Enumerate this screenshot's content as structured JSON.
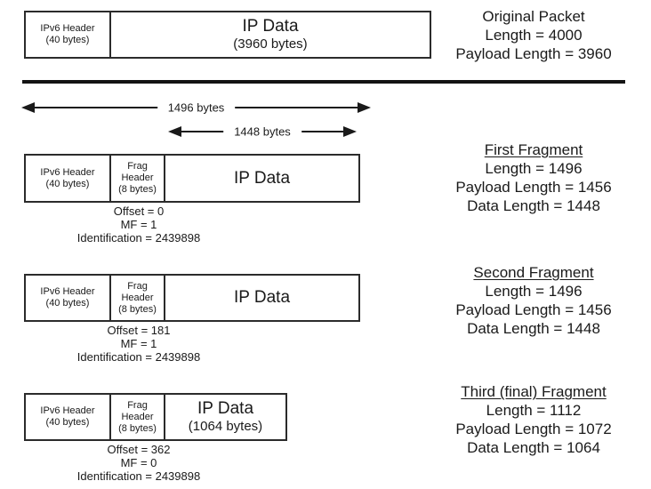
{
  "colors": {
    "ink": "#1a1a1a",
    "border": "#2b2b2b",
    "background": "#ffffff"
  },
  "original_packet": {
    "header": {
      "line1": "IPv6 Header",
      "line2": "(40 bytes)"
    },
    "data": {
      "line1": "IP Data",
      "line2": "(3960 bytes)"
    },
    "info": {
      "title": "Original Packet",
      "line1": "Length = 4000",
      "line2": "Payload Length = 3960"
    }
  },
  "arrows": {
    "outer_label": "1496 bytes",
    "inner_label": "1448 bytes"
  },
  "fragments": [
    {
      "header": {
        "line1": "IPv6 Header",
        "line2": "(40 bytes)"
      },
      "frag": {
        "line1": "Frag",
        "line2": "Header",
        "line3": "(8 bytes)"
      },
      "data": {
        "line1": "IP Data"
      },
      "meta": {
        "offset": "Offset = 0",
        "mf": "MF = 1",
        "id": "Identification = 2439898"
      },
      "info": {
        "title": "First Fragment",
        "line1": "Length = 1496",
        "line2": "Payload Length = 1456",
        "line3": "Data Length = 1448"
      }
    },
    {
      "header": {
        "line1": "IPv6 Header",
        "line2": "(40 bytes)"
      },
      "frag": {
        "line1": "Frag",
        "line2": "Header",
        "line3": "(8 bytes)"
      },
      "data": {
        "line1": "IP Data"
      },
      "meta": {
        "offset": "Offset = 181",
        "mf": "MF = 1",
        "id": "Identification = 2439898"
      },
      "info": {
        "title": "Second Fragment",
        "line1": "Length = 1496",
        "line2": "Payload Length = 1456",
        "line3": "Data Length = 1448"
      }
    },
    {
      "header": {
        "line1": "IPv6 Header",
        "line2": "(40 bytes)"
      },
      "frag": {
        "line1": "Frag",
        "line2": "Header",
        "line3": "(8 bytes)"
      },
      "data": {
        "line1": "IP Data",
        "line2": "(1064 bytes)"
      },
      "meta": {
        "offset": "Offset = 362",
        "mf": "MF = 0",
        "id": "Identification = 2439898"
      },
      "info": {
        "title": "Third (final) Fragment",
        "line1": "Length = 1112",
        "line2": "Payload Length = 1072",
        "line3": "Data Length = 1064"
      }
    }
  ]
}
